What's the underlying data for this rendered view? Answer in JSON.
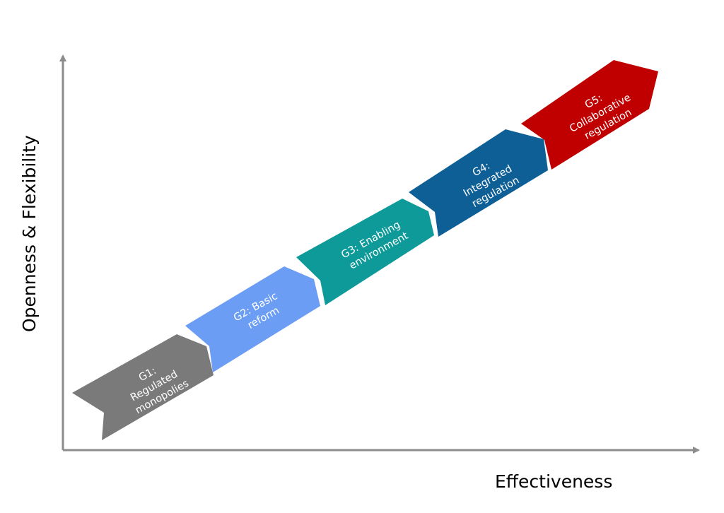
{
  "axes": {
    "x_label": "Effectiveness",
    "y_label": "Openness & Flexibility"
  },
  "stages": [
    {
      "id": "g1",
      "lines": [
        "G1:",
        "Regulated",
        "monopolies"
      ],
      "color": "#7a7a7a"
    },
    {
      "id": "g2",
      "lines": [
        "G2: Basic",
        "reform"
      ],
      "color": "#6b9df5"
    },
    {
      "id": "g3",
      "lines": [
        "G3: Enabling",
        "environment"
      ],
      "color": "#0f9a9a"
    },
    {
      "id": "g4",
      "lines": [
        "G4:",
        "Integrated",
        "regulation"
      ],
      "color": "#0f5f97"
    },
    {
      "id": "g5",
      "lines": [
        "G5:",
        "Collaborative",
        "regulation"
      ],
      "color": "#c00000"
    }
  ]
}
